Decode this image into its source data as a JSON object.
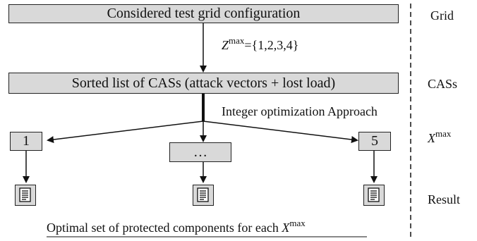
{
  "boxes": {
    "grid_config": "Considered test grid configuration",
    "cas_list": "Sorted list of CASs (attack vectors + lost load)",
    "x1": "1",
    "x_mid": "…",
    "x5": "5"
  },
  "edge_labels": {
    "zmax_symbol": "Z",
    "zmax_sup": "max",
    "zmax_value": "={1,2,3,4}",
    "approach": "Integer optimization Approach"
  },
  "side_labels": {
    "grid": "Grid",
    "cas": "CASs",
    "xmax_symbol": "X",
    "xmax_sup": "max",
    "result": "Result"
  },
  "footer": {
    "text": "Optimal set of protected components for each ",
    "symbol": "X",
    "sup": "max"
  },
  "result_icon": "document-icon"
}
